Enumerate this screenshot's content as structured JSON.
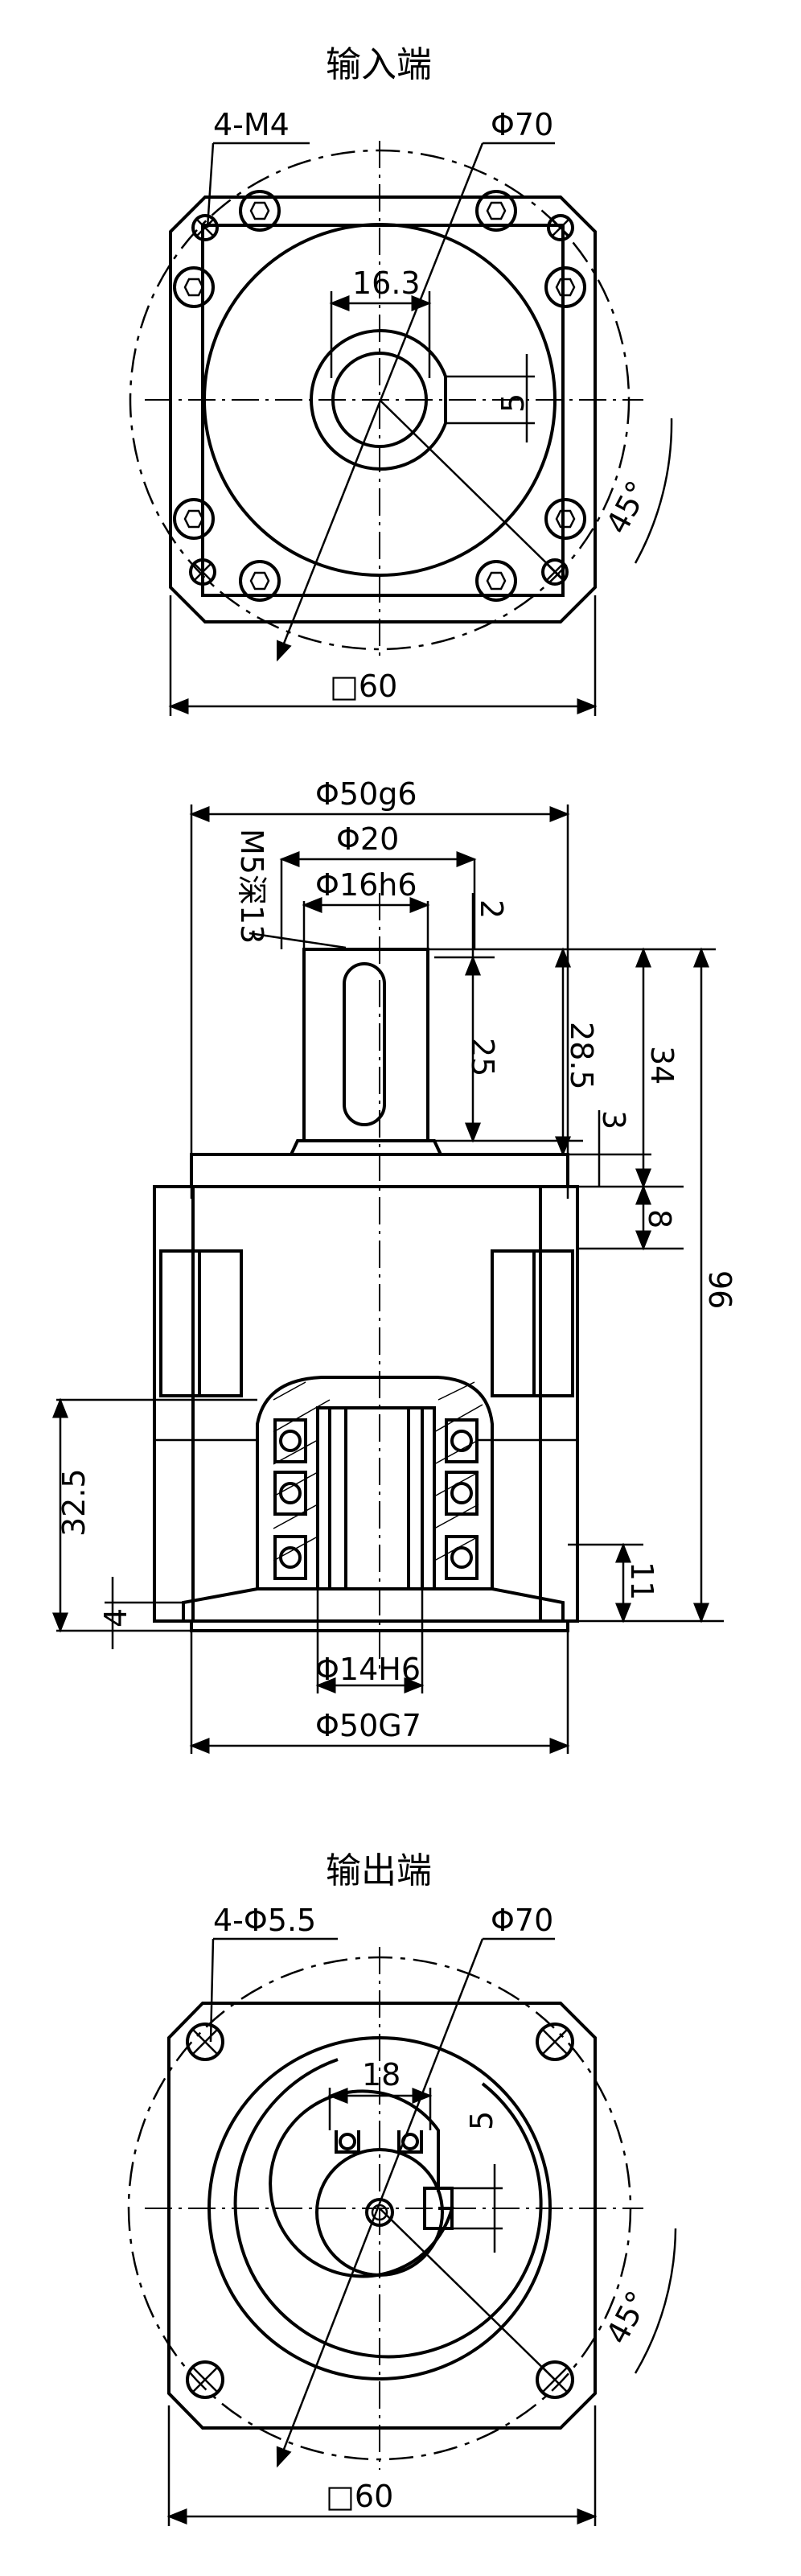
{
  "input_view": {
    "title": "输入端",
    "hole_label": "4-M4",
    "pcd_label": "Φ70",
    "key_width_label": "16.3",
    "key_depth_label": "5",
    "angle_label": "45°",
    "square_label": "□60"
  },
  "side_view": {
    "flange_dia_label": "Φ50g6",
    "shoulder_dia_label": "Φ20",
    "shaft_dia_label": "Φ16h6",
    "thread_label": "M5深13",
    "dim_2": "2",
    "dim_25": "25",
    "dim_28_5": "28.5",
    "dim_34": "34",
    "dim_3": "3",
    "dim_8": "8",
    "dim_96": "96",
    "dim_32_5": "32.5",
    "dim_4": "4",
    "dim_11": "11",
    "bore_label": "Φ14H6",
    "pilot_label": "Φ50G7"
  },
  "output_view": {
    "title": "输出端",
    "hole_label": "4-Φ5.5",
    "pcd_label": "Φ70",
    "key_width_label": "18",
    "key_depth_label": "5",
    "angle_label": "45°",
    "square_label": "□60"
  }
}
